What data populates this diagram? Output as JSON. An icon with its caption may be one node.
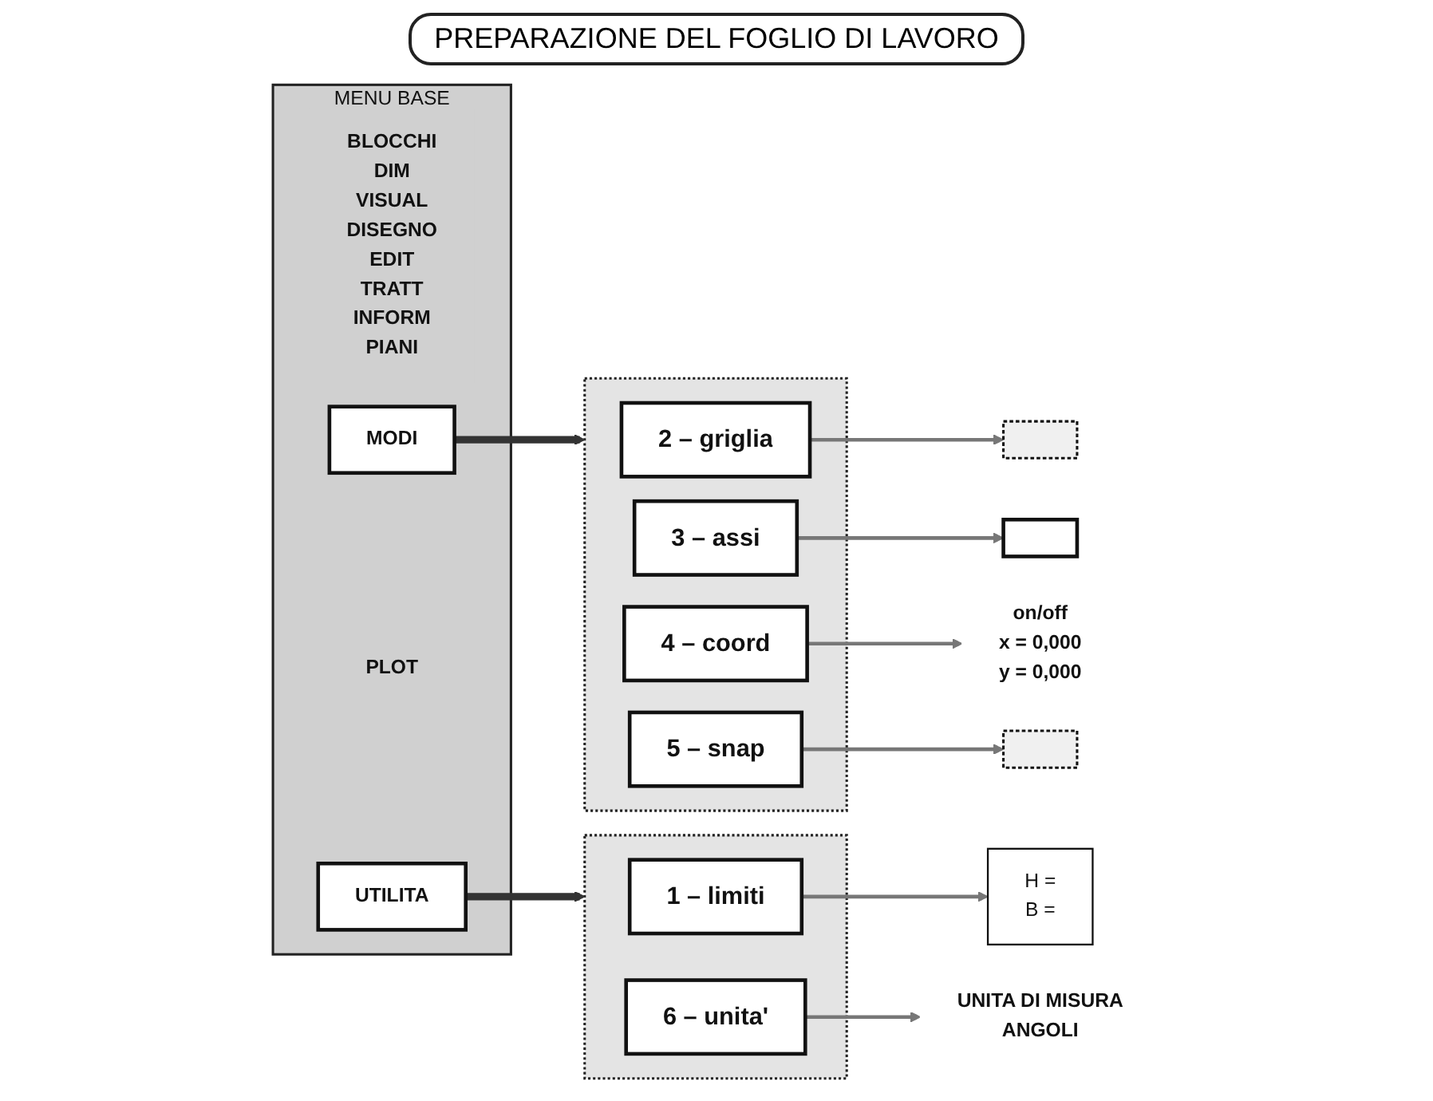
{
  "diagram": {
    "title": "PREPARAZIONE DEL FOGLIO DI LAVORO",
    "nodes": [
      {
        "text": [
          "MENU BASE"
        ]
      },
      {
        "text": [
          "BLOCCHI",
          "DIM",
          "VISUAL",
          "DISEGNO",
          "EDIT",
          "TRATT",
          "INFORM",
          "PIANI"
        ],
        "in": 0
      },
      {
        "text": [
          "MODI"
        ],
        "in": 0
      },
      {
        "text": [
          "PLOT"
        ],
        "in": 0
      },
      {
        "text": [
          "UTILITA"
        ],
        "in": 0
      },
      {
        "text": [],
        "shape": "box"
      },
      {
        "text": [
          "2 – griglia"
        ],
        "in": 5
      },
      {
        "text": [
          "3 – assi"
        ],
        "in": 5
      },
      {
        "text": [
          "4 – coord"
        ],
        "in": 5
      },
      {
        "text": [
          "5 – snap"
        ],
        "in": 5
      },
      {
        "text": [],
        "shape": "box"
      },
      {
        "text": [
          "1 – limiti"
        ],
        "in": 10
      },
      {
        "text": [
          "6 – unita'"
        ],
        "in": 10
      },
      {
        "text": [],
        "shape": "grid"
      },
      {
        "text": [],
        "shape": "axes"
      },
      {
        "text": [
          "on/off",
          "x = 0,000",
          "y = 0,000"
        ]
      },
      {
        "text": [],
        "shape": "grid"
      },
      {
        "text": [
          "H =",
          "B ="
        ]
      },
      {
        "text": [
          "UNITA DI MISURA",
          "ANGOLI"
        ]
      }
    ],
    "edges": [
      {
        "from": 2,
        "to": 5,
        "arrow": "to",
        "style": "thick"
      },
      {
        "from": 4,
        "to": 10,
        "arrow": "to",
        "style": "thick"
      },
      {
        "from": 6,
        "to": 13,
        "arrow": "to"
      },
      {
        "from": 7,
        "to": 14,
        "arrow": "to"
      },
      {
        "from": 8,
        "to": 15,
        "arrow": "to"
      },
      {
        "from": 9,
        "to": 16,
        "arrow": "to"
      },
      {
        "from": 11,
        "to": 17,
        "arrow": "to"
      },
      {
        "from": 12,
        "to": 18,
        "arrow": "to"
      }
    ]
  }
}
